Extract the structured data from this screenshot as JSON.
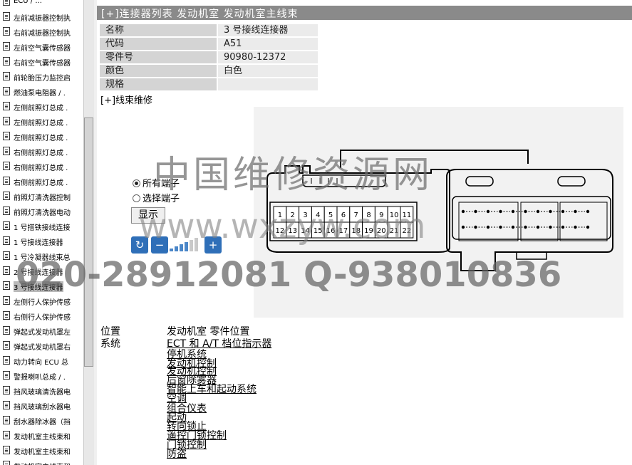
{
  "tree": {
    "items": [
      "ECU / ...",
      "左前减振器控制执",
      "右前减振器控制执",
      "左前空气囊传感器",
      "右前空气囊传感器",
      "前轮胎压力监控启",
      "燃油泵电阻器 / .",
      "左侧前照灯总成 .",
      "左侧前照灯总成 .",
      "左侧前照灯总成 .",
      "右侧前照灯总成 .",
      "右侧前照灯总成 .",
      "右侧前照灯总成 .",
      "前照灯清洗器控制",
      "前照灯清洗器电动",
      "1 号搭铁接线连接",
      "1 号接线连接器",
      "1 号冷凝器线束总",
      "2 号接线连接器",
      "3 号接线连接器",
      "左侧行人保护传感",
      "右侧行人保护传感",
      "弹起式发动机罩左",
      "弹起式发动机罩右",
      "动力转向 ECU 总",
      "警报喇叭总成 / .",
      "挡风玻璃清洗器电",
      "挡风玻璃刮水器电",
      "刮水器除冰器（挡",
      "发动机室主线束和",
      "发动机室主线束和",
      "发动机室主线束和"
    ],
    "selected_index": 19
  },
  "header": {
    "title": "[+]连接器列表   发动机室   发动机室主线束"
  },
  "properties": [
    {
      "label": "名称",
      "value": "3 号接线连接器"
    },
    {
      "label": "代码",
      "value": "A51"
    },
    {
      "label": "零件号",
      "value": "90980-12372"
    },
    {
      "label": "颜色",
      "value": "白色"
    },
    {
      "label": "规格",
      "value": ""
    }
  ],
  "repair_link": "[+]线束维修",
  "terminals": {
    "all_label": "所有端子",
    "select_label": "选择端子",
    "selected": "all",
    "show_button": "显示"
  },
  "toolbar_icons": [
    "refresh-icon",
    "zoom-out-icon",
    "zoom-in-icon"
  ],
  "connector": {
    "pins_top": [
      "1",
      "2",
      "3",
      "4",
      "5",
      "6",
      "7",
      "8",
      "9",
      "10",
      "11"
    ],
    "pins_bottom": [
      "12",
      "13",
      "14",
      "15",
      "16",
      "17",
      "18",
      "19",
      "20",
      "21",
      "22"
    ]
  },
  "position": {
    "label": "位置",
    "value": "发动机室    零件位置"
  },
  "systems": {
    "label": "系统",
    "items": [
      "ECT 和 A/T 档位指示器",
      "停机系统",
      "发动机控制",
      "发动机控制",
      "后窗除雾器",
      "智能上车和起动系统",
      "空调",
      "组合仪表",
      "起动",
      "转向锁止",
      "遥控门锁控制",
      "门锁控制",
      "防盗"
    ]
  },
  "watermarks": {
    "line1": "中国维修资源网",
    "line2": "www.wxzyw.com",
    "line3": "020-28912081 Q-938010836"
  }
}
